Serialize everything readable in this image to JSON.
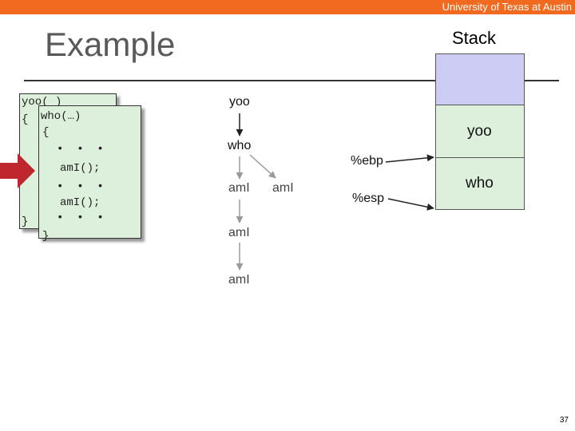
{
  "header": {
    "institution": "University of Texas at Austin"
  },
  "slide": {
    "title": "Example",
    "page_number": "37"
  },
  "stack": {
    "title": "Stack",
    "frames": [
      "yoo",
      "who"
    ],
    "registers": [
      "%ebp",
      "%esp"
    ],
    "colors": {
      "top_block": "#ccccf5",
      "frame_fill": "#dcf0dc"
    }
  },
  "code": {
    "yoo_card": {
      "header": "yoo( )",
      "brace_open": "{",
      "brace_close": "}"
    },
    "who_card": {
      "header": "who(…)",
      "brace_open": "{",
      "lines": [
        "•  •  •",
        "amI();",
        "•  •  •",
        "amI();",
        "•  •  •"
      ],
      "brace_close": "}"
    }
  },
  "call_tree": {
    "nodes": [
      "yoo",
      "who",
      "amI",
      "amI",
      "amI"
    ]
  },
  "colors": {
    "accent": "#f26a1f",
    "pointer_arrow": "#c0262d"
  }
}
